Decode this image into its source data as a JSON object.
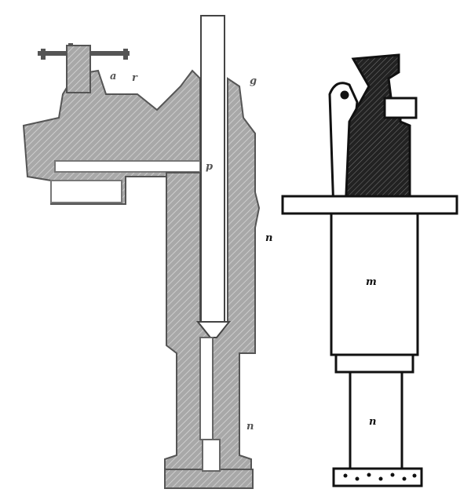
{
  "figure": {
    "colors": {
      "section_fill": "#a8a8a8",
      "section_edge": "#555555",
      "ink": "#111111",
      "paper": "#ffffff"
    },
    "left_view_labels": [
      "a",
      "r",
      "g",
      "p",
      "n",
      "n"
    ],
    "right_view_labels": [
      "m",
      "n"
    ]
  }
}
